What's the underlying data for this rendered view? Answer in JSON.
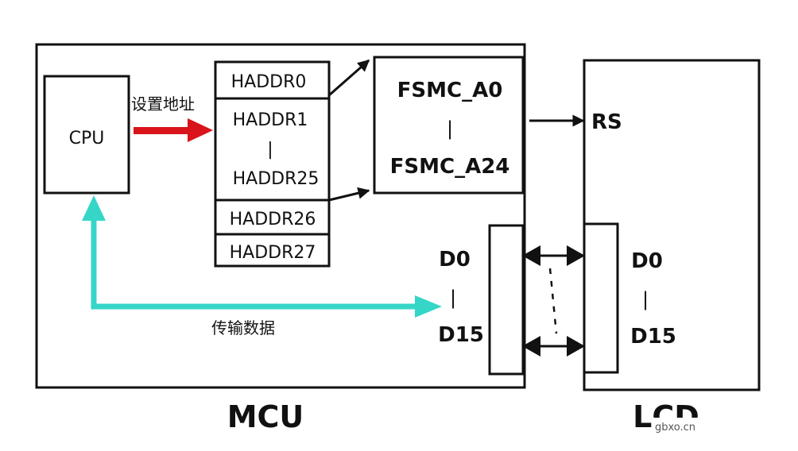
{
  "colors": {
    "red_arrow": "#d9141b",
    "cyan_arrow": "#35d6c8",
    "line": "#111111"
  },
  "mcu": {
    "label": "MCU"
  },
  "lcd": {
    "label": "LCD",
    "rs": "RS",
    "d0": "D0",
    "sep": "|",
    "d15": "D15"
  },
  "cpu": {
    "label": "CPU"
  },
  "set_address": "设置地址",
  "transfer_data": "传输数据",
  "haddr": {
    "r0": "HADDR0",
    "r1": "HADDR1",
    "sep": "|",
    "r25": "HADDR25",
    "r26": "HADDR26",
    "r27": "HADDR27"
  },
  "fsmc": {
    "a0": "FSMC_A0",
    "sep": "|",
    "a24": "FSMC_A24"
  },
  "mcu_data": {
    "d0": "D0",
    "sep": "|",
    "d15": "D15"
  },
  "watermark": "gbxo.cn"
}
